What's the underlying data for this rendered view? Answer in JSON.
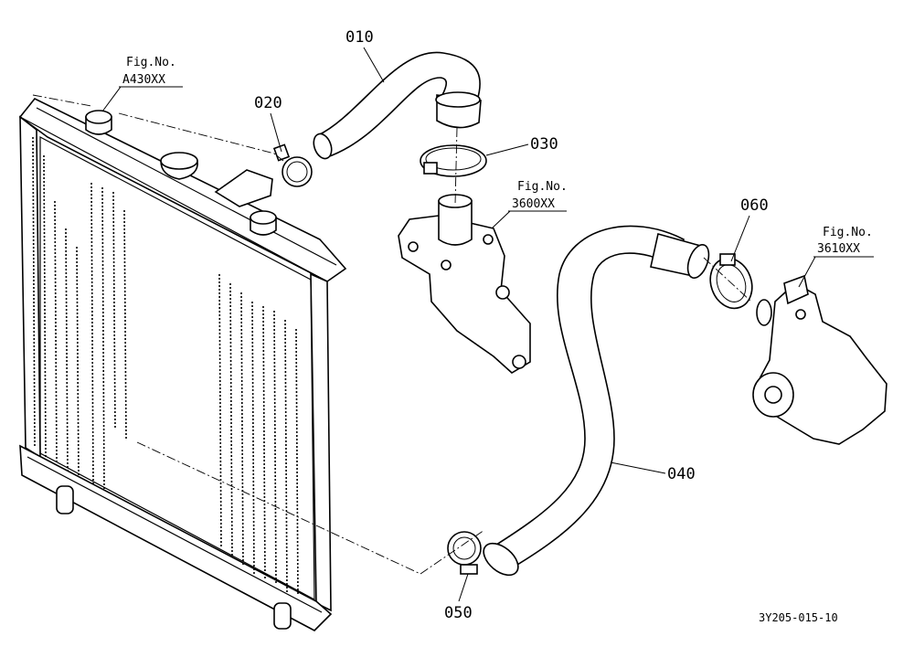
{
  "callouts": [
    {
      "id": "010",
      "text": "010"
    },
    {
      "id": "020",
      "text": "020"
    },
    {
      "id": "030",
      "text": "030"
    },
    {
      "id": "040",
      "text": "040"
    },
    {
      "id": "050",
      "text": "050"
    },
    {
      "id": "060",
      "text": "060"
    }
  ],
  "figure_refs": [
    {
      "id": "a430",
      "prefix": "Fig.No.",
      "number": "A430XX"
    },
    {
      "id": "3600",
      "prefix": "Fig.No.",
      "number": "3600XX"
    },
    {
      "id": "3610",
      "prefix": "Fig.No.",
      "number": "3610XX"
    }
  ],
  "drawing_code": "3Y205-015-10"
}
